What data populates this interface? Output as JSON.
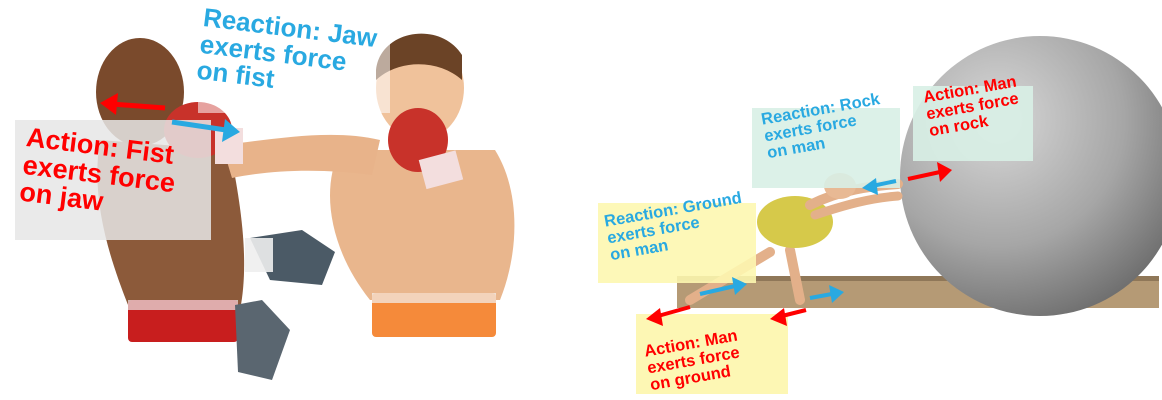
{
  "left_scene": {
    "reaction_label": "Reaction: Jaw\nexerts force\non fist",
    "action_label": "Action: Fist\nexerts force\non jaw"
  },
  "right_scene": {
    "reaction_rock_label": "Reaction: Rock\nexerts force\non man",
    "action_man_rock_label": "Action: Man\nexerts force\non rock",
    "reaction_ground_label": "Reaction: Ground\nexerts force\non man",
    "action_man_ground_label": "Action: Man\nexerts force\non ground"
  },
  "colors": {
    "action_arrow": "#ff0000",
    "reaction_arrow": "#29a9e1",
    "label_green_box": "#d8efe6",
    "label_yellow_box": "#fdf7b0"
  }
}
